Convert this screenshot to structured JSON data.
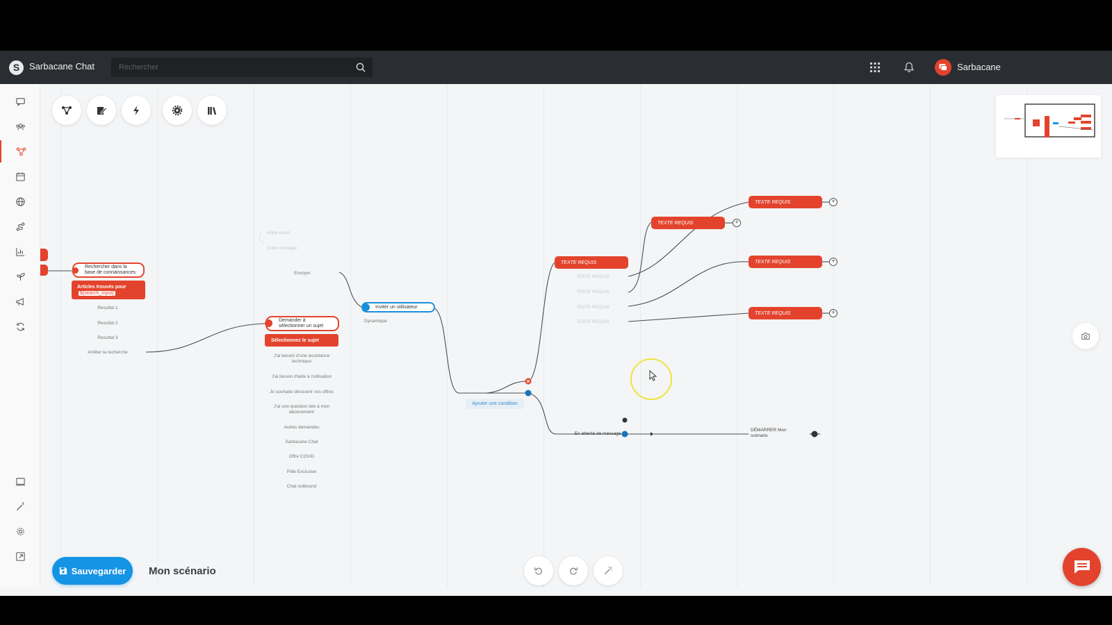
{
  "header": {
    "logo_letter": "S",
    "app_title": "Sarbacane Chat",
    "search_placeholder": "Rechercher",
    "user_name": "Sarbacane"
  },
  "sidebar": {
    "items": [
      "conversations-icon",
      "contacts-icon",
      "scenarios-icon",
      "calendar-icon",
      "web-icon",
      "routing-icon",
      "statistics-icon",
      "plugins-icon",
      "campaigns-icon",
      "sync-icon",
      "widget-icon",
      "customize-icon",
      "settings-icon",
      "external-link-icon"
    ],
    "active_index": 2
  },
  "toolbar": {
    "tools": [
      "flow-icon",
      "editor-icon",
      "trigger-icon",
      "settings-icon",
      "library-icon"
    ]
  },
  "canvas": {
    "kb_node": {
      "title": "Rechercher dans la base de connaissances",
      "articles": "Articles trouvés pour",
      "variable": "${search_input}",
      "results": [
        "Resultat 1",
        "Resultat 2",
        "Resultat 3",
        "Arrêter la recherche"
      ]
    },
    "form_labels": [
      "Votre email",
      "Votre message",
      "Envoyer"
    ],
    "subject_node": {
      "title": "Demander à sélectionner un sujet",
      "header": "Sélectionnez le sujet",
      "options": [
        "J'ai besoin d'une assistance technique",
        "J'ai besoin d'aide à l'utilisation",
        "Je souhaite découvrir vos offres",
        "J'ai une question liée à mon abonnement",
        "Autres demandes",
        "Sarbacane Chat",
        "Offre COVID",
        "Pôle Exclusive",
        "Chat outbound"
      ]
    },
    "invite_node": {
      "title": "Inviter un utilisateur",
      "sub": "Dynamique"
    },
    "add_condition": "Ajouter une condition",
    "text_required": "TEXTE REQUIS",
    "waiting_label": "En attente de message",
    "start_label": "DÉMARRER Mon scénario"
  },
  "footer": {
    "save_label": "Sauvegarder",
    "scenario_name": "Mon scénario"
  },
  "colors": {
    "accent_red": "#e3432d",
    "accent_blue": "#1593e5",
    "topbar": "#2a2d31"
  }
}
